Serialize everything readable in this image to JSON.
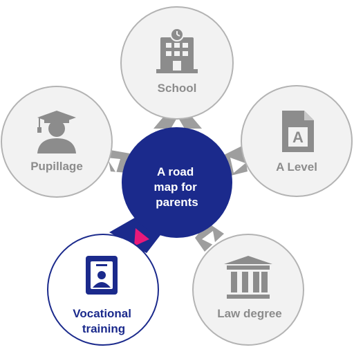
{
  "center": {
    "lines": [
      "A road",
      "map for",
      "parents"
    ]
  },
  "nodes": [
    {
      "id": "school",
      "label": [
        "School"
      ],
      "icon": "building-icon",
      "active": false
    },
    {
      "id": "a-level",
      "label": [
        "A Level"
      ],
      "icon": "document-a-icon",
      "active": false
    },
    {
      "id": "law-degree",
      "label": [
        "Law degree"
      ],
      "icon": "courthouse-icon",
      "active": false
    },
    {
      "id": "vocational-training",
      "label": [
        "Vocational",
        "training"
      ],
      "icon": "id-badge-icon",
      "active": true
    },
    {
      "id": "pupillage",
      "label": [
        "Pupillage"
      ],
      "icon": "graduate-icon",
      "active": false
    }
  ],
  "colors": {
    "center_fill": "#1b2a8c",
    "inactive_fill": "#f2f2f2",
    "inactive_stroke": "#b3b3b3",
    "inactive_icon": "#8c8c8c",
    "active_fill": "#ffffff",
    "active_stroke": "#1b2a8c",
    "active_icon": "#1b2a8c",
    "pointer_accent": "#e8197a"
  }
}
